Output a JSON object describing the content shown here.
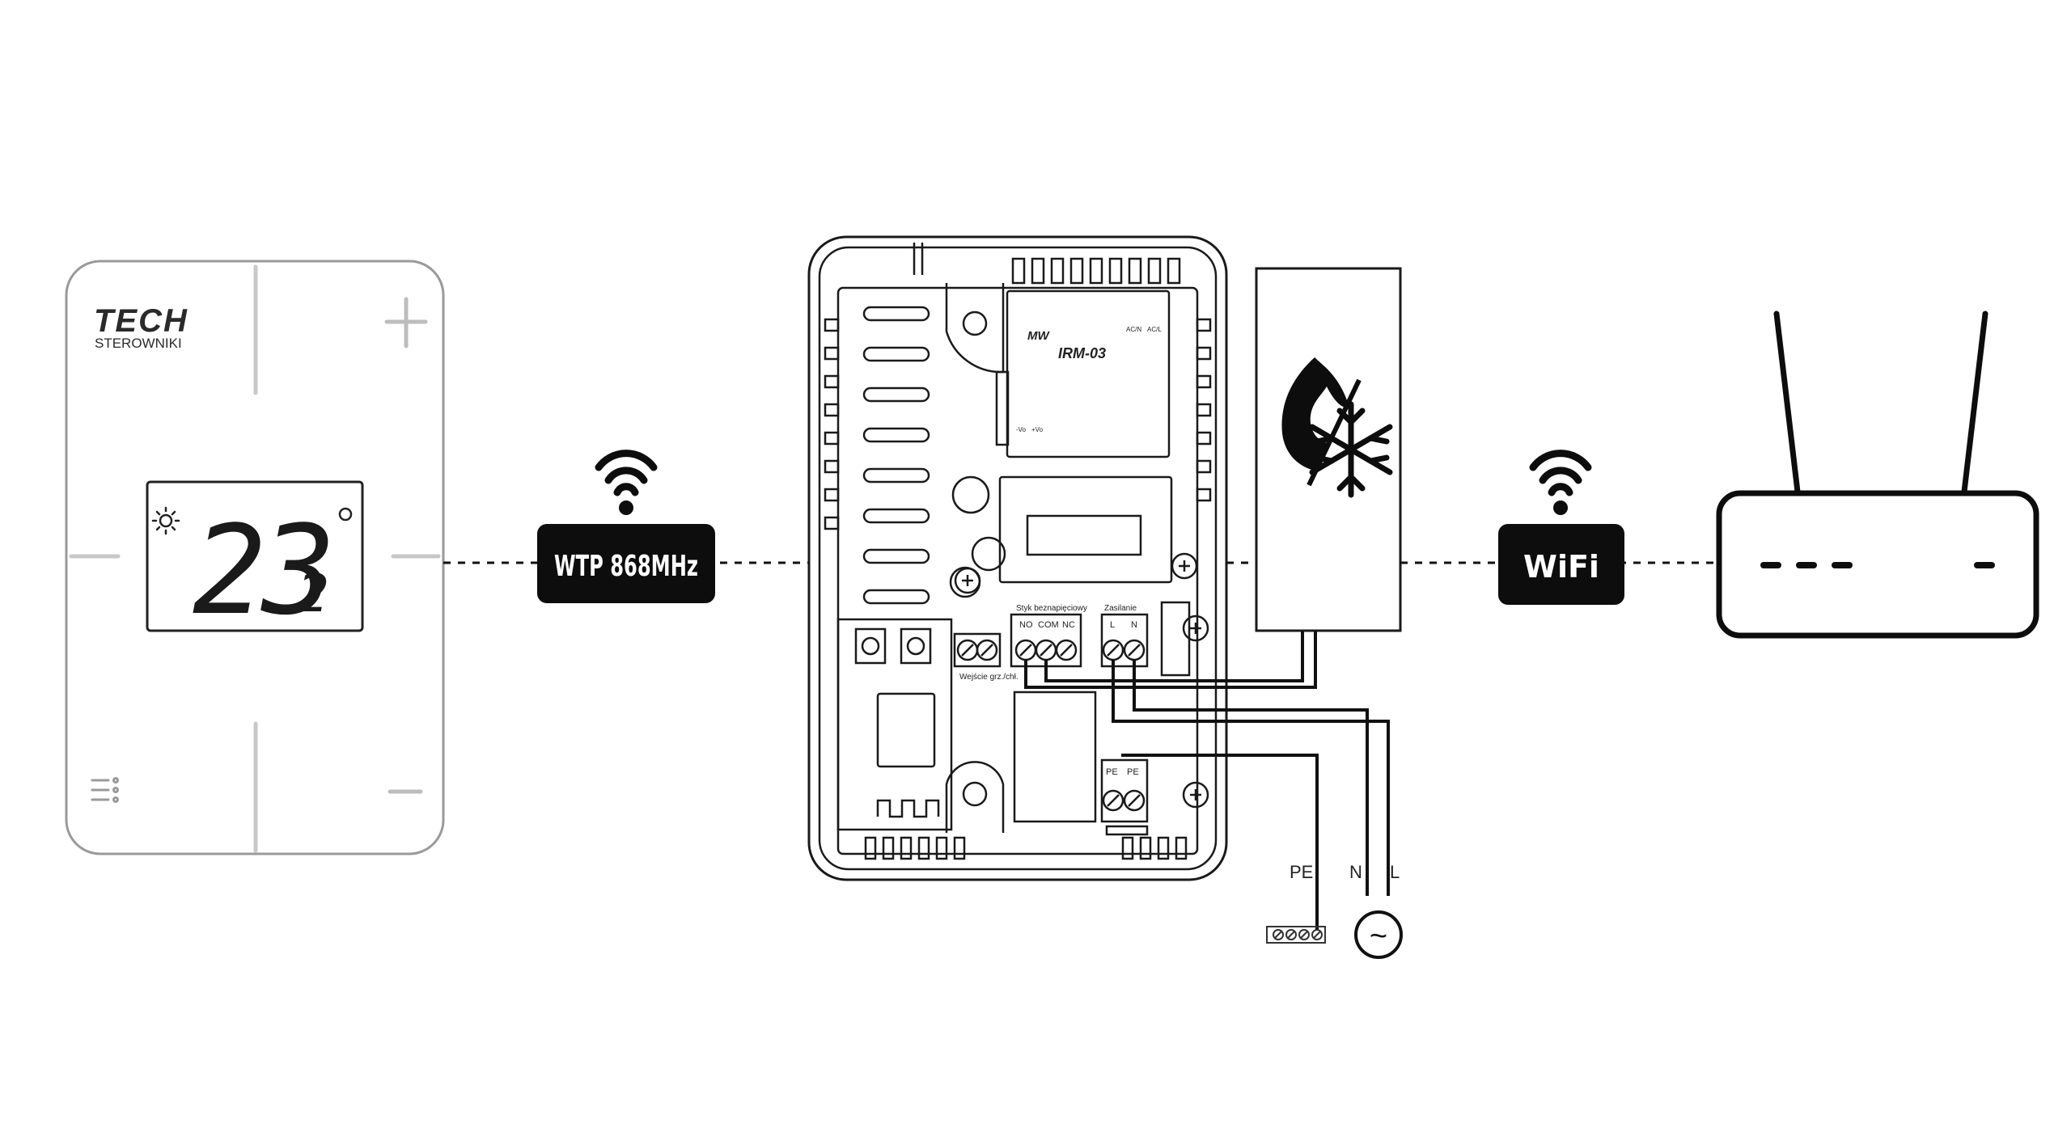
{
  "thermostat": {
    "brand": "TECH",
    "brand_sub": "STEROWNIKI",
    "temp_main": "23",
    "temp_decimal": "2",
    "plus_symbol": "+",
    "minus_symbol": "−"
  },
  "links": {
    "radio_label": "WTP 868MHz",
    "wifi_label": "WiFi"
  },
  "module": {
    "maker_tag": "MW",
    "relay_model": "IRM-03",
    "relay_pins": [
      "AC/N",
      "AC/L",
      "-Vo",
      "+Vo"
    ],
    "safety_contact_title": "Styk beznapięciowy",
    "safety_contact_pins": [
      "NO",
      "COM",
      "NC"
    ],
    "power_title": "Zasilanie",
    "power_pins": [
      "L",
      "N"
    ],
    "input_title": "Wejście grz./chł.",
    "pe_pins": [
      "PE",
      "PE"
    ]
  },
  "mains": {
    "pe_label": "PE",
    "n_label": "N",
    "l_label": "L",
    "source_symbol": "~"
  },
  "colors": {
    "line": "#111111",
    "badge": "#0d0d0d",
    "badge_text": "#ffffff",
    "panel_fill": "#ffffff"
  }
}
